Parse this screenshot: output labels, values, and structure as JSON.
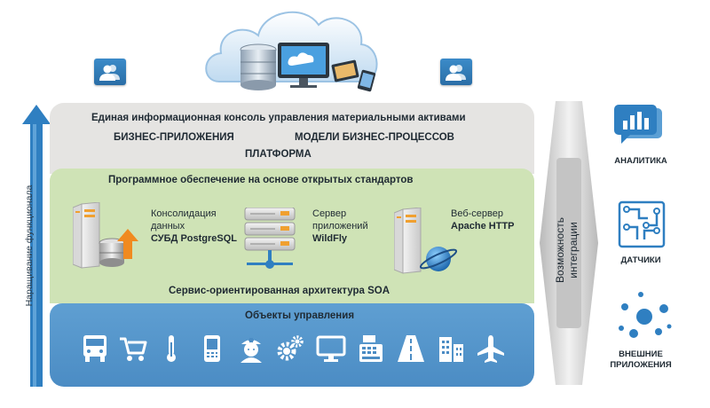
{
  "growth_label": "Наращивание функционала",
  "console_layer": {
    "title": "Единая информационная консоль управления материальными активами",
    "business_apps": "БИЗНЕС-ПРИЛОЖЕНИЯ",
    "business_models": "МОДЕЛИ БИЗНЕС-ПРОЦЕССОВ",
    "platform": "ПЛАТФОРМА"
  },
  "software_layer": {
    "title": "Программное обеспечение на основе открытых стандартов",
    "footer": "Сервис-ориентированная архитектура SOA",
    "components": [
      {
        "line1": "Консолидация",
        "line2": "данных",
        "line3": "СУБД PostgreSQL"
      },
      {
        "line1": "Сервер",
        "line2": "приложений",
        "line3": "WildFly"
      },
      {
        "line1": "Веб-сервер",
        "line2": "Apache HTTP"
      }
    ]
  },
  "objects_layer": {
    "title": "Объекты управления",
    "icons": [
      "truck-icon",
      "cart-icon",
      "thermometer-icon",
      "mobile-device-icon",
      "nurse-icon",
      "gears-icon",
      "monitor-icon",
      "cash-register-icon",
      "road-icon",
      "buildings-icon",
      "airplane-icon"
    ]
  },
  "integration_label_line1": "Возможность",
  "integration_label_line2": "интеграции",
  "right_column": {
    "analytics": "АНАЛИТИКА",
    "sensors": "ДАТЧИКИ",
    "external_line1": "ВНЕШНИЕ",
    "external_line2": "ПРИЛОЖЕНИЯ"
  },
  "colors": {
    "console_layer": "#e5e4e2",
    "software_layer": "#cfe3b6",
    "objects_layer": "#4b8cc4",
    "accent_blue": "#2f7fc1",
    "server_orange": "#f0a030"
  }
}
